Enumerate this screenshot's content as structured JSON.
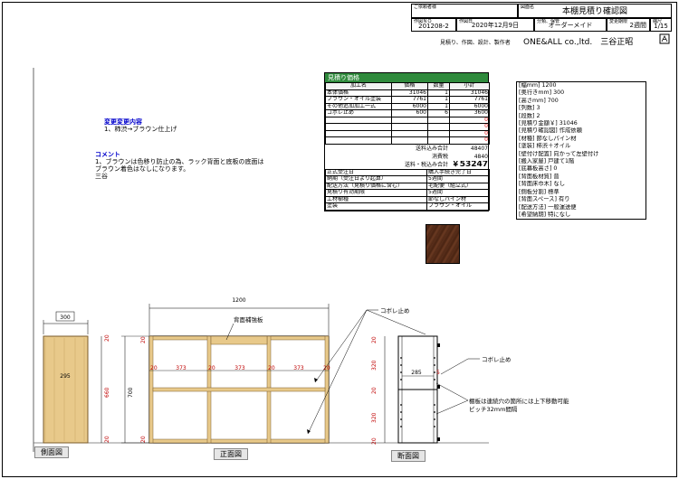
{
  "title_block": {
    "customer_label": "ご依頼者様",
    "customer_value": "",
    "drawing_name_label": "図面名",
    "drawing_name_value": "本棚見積り確認図",
    "drawing_no_label": "作図ＮＯ",
    "drawing_no_value": "201208-2",
    "date_label": "作図日",
    "date_value": "2020年12月9日",
    "category_label": "分類、保管",
    "category_value": "オーダーメイド",
    "lead_time_label": "変更期限",
    "lead_time_value": "2週間",
    "scale_label": "縮尺",
    "scale_value": "1/15",
    "company_services": "見積り、作図、設計、製作者",
    "company_name": "ONE&ALL co.,ltd.　三谷正昭"
  },
  "change_note": {
    "title": "変更変更内容",
    "body": "1、柿渋→ブラウン仕上げ"
  },
  "comment": {
    "title": "コメント",
    "body": "1、ブラウンは色移り防止の為、ラック背面と底板の底面は\nブラウン着色はなしになります。\n三谷"
  },
  "estimate": {
    "title": "見積り価格",
    "headers": [
      "加工名",
      "価格",
      "数量",
      "小計"
    ],
    "rows": [
      {
        "name": "本体価格",
        "price": "31046",
        "qty": "1",
        "subtotal": "31046"
      },
      {
        "name": "ブラウン・オイル塗装",
        "price": "7761",
        "qty": "1",
        "subtotal": "7761"
      },
      {
        "name": "その他追加加工一式",
        "price": "6000",
        "qty": "1",
        "subtotal": "6000"
      },
      {
        "name": "コボレ止め",
        "price": "600",
        "qty": "6",
        "subtotal": "3600"
      },
      {
        "name": "",
        "price": "",
        "qty": "",
        "subtotal": "0"
      },
      {
        "name": "",
        "price": "",
        "qty": "",
        "subtotal": "0"
      },
      {
        "name": "",
        "price": "",
        "qty": "",
        "subtotal": "0"
      },
      {
        "name": "",
        "price": "",
        "qty": "",
        "subtotal": "0"
      }
    ],
    "subtotal_label": "送料込み合計",
    "subtotal_value": "48407",
    "tax_label": "消費税",
    "tax_value": "4840",
    "total_label": "送料・税込み合計",
    "total_value": "￥53247",
    "info": [
      {
        "label": "正式受注日",
        "value": "購入手続き完了日"
      },
      {
        "label": "納期（受注日より起算）",
        "value": "5週間"
      },
      {
        "label": "配送方法（見積り価格に含む）",
        "value": "宅配便（組立式）"
      },
      {
        "label": "見積り有効期限",
        "value": "5週間"
      },
      {
        "label": "工材樹種",
        "value": "節なしパイン材"
      },
      {
        "label": "塗装",
        "value": "ブラウン・オイル"
      }
    ]
  },
  "spec": [
    "[幅mm] 1200",
    "[奥行きmm] 300",
    "[高さmm] 700",
    "[列数] 3",
    "[段数] 2",
    "[見積り金額￥] 31046",
    "[見積り確認図] 作成依頼",
    "[材種] 節なしパイン材",
    "[塗装] 柿渋＋オイル",
    "[壁付け配置] 向かって左壁付け",
    "[搬入家屋] 戸建て1階",
    "[底幕板高さ] 0",
    "[背面板材質] 普",
    "[背面床巾木] なし",
    "[側板分割] 標準",
    "[背面スペース] 有り",
    "[配送方法] 一般運送便",
    "[希望納期] 特になし"
  ],
  "views": {
    "side_label": "側面図",
    "front_label": "正面図",
    "section_label": "断面図"
  },
  "dims": {
    "side_depth": "300",
    "side_inner": "295",
    "side_height": "660",
    "side_top": "20",
    "side_bottom": "20",
    "front_width": "1200",
    "front_height": "700",
    "front_top": "20",
    "front_bottom": "20",
    "front_col1": "373",
    "front_col2": "373",
    "front_col3": "373",
    "front_gap_a": "20",
    "front_gap_b": "20",
    "front_gap_c": "20",
    "front_gap_d": "20",
    "section_inner": "285",
    "section_top": "20",
    "section_upper": "320",
    "section_mid": "20",
    "section_lower": "320",
    "section_bottom": "20",
    "section_side": "5"
  },
  "annotations": {
    "back_reinforce": "背面補強板",
    "spill_stop_1": "コボレ止め",
    "spill_stop_2": "コボレ止め",
    "shelf_note_1": "棚板は連続穴の箇所には上下移動可能",
    "shelf_note_2": "ピッチ32mm間隔"
  },
  "colors": {
    "estimate_header": "#2f8a3c",
    "dimension_red": "#c00000",
    "wood": "#e8c98a",
    "swatch": "#5a2f1b"
  }
}
